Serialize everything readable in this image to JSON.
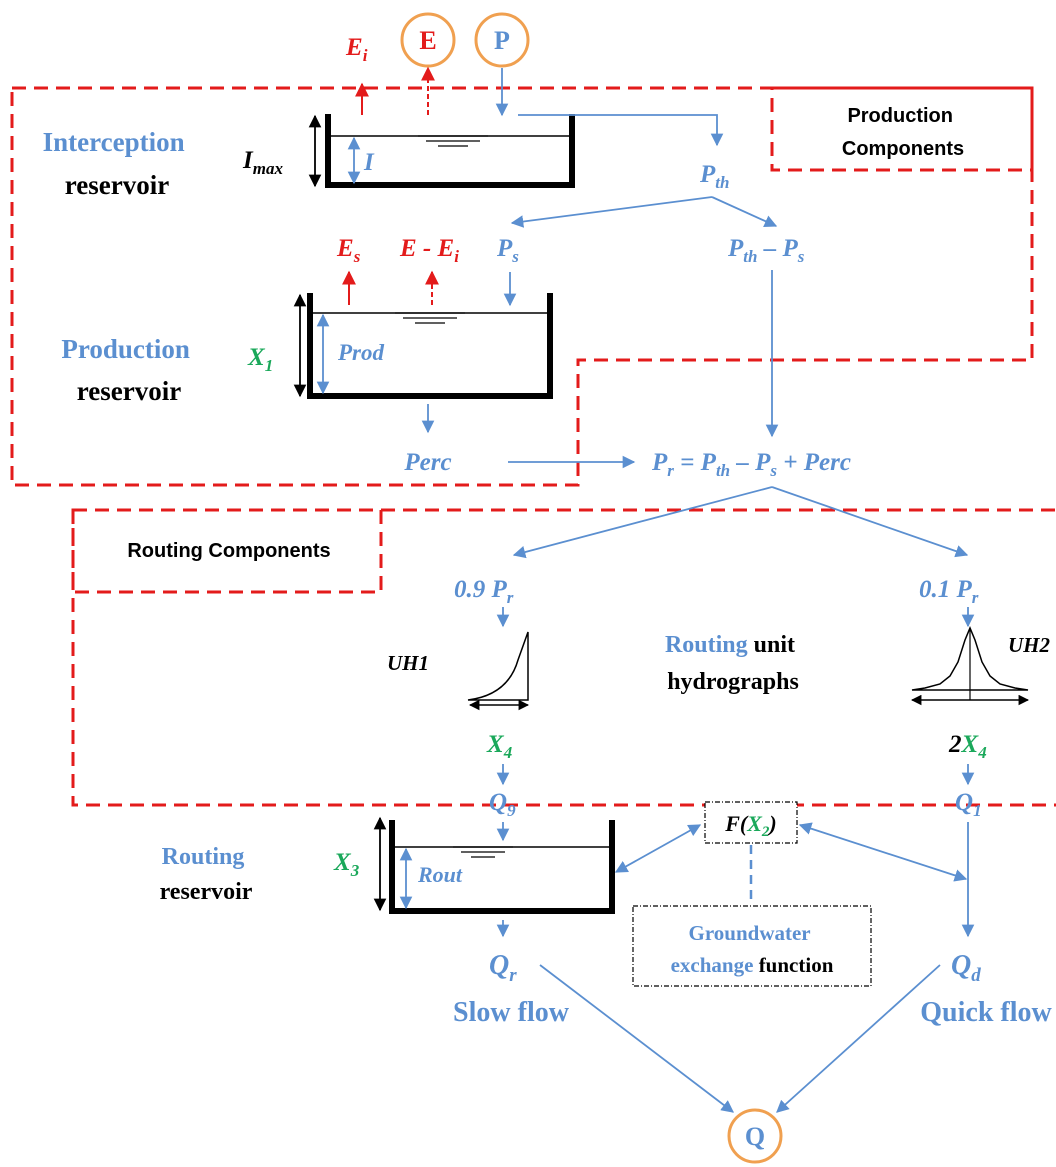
{
  "colors": {
    "blue": "#5b8fd0",
    "red": "#e31b1b",
    "green": "#1aa85a",
    "orange": "#f0a050",
    "black": "#000000"
  },
  "inputs": {
    "evap": "E",
    "precip": "P",
    "output": "Q"
  },
  "sections": {
    "production_line1": "Production",
    "production_line2": "Components",
    "routing": "Routing Components"
  },
  "interception": {
    "title_word1": "Interception",
    "title_word2": "reservoir",
    "max_label": "I",
    "max_sub": "max",
    "level_label": "I",
    "evap_label": "E",
    "evap_sub": "i"
  },
  "production": {
    "title_word1": "Production",
    "title_word2": "reservoir",
    "param": "X",
    "param_sub": "1",
    "level_label": "Prod",
    "evap_label": "E",
    "evap_sub": "s",
    "net_evap_a": "E - E",
    "net_evap_sub": "i",
    "perc": "Perc"
  },
  "flows": {
    "pth": "P",
    "pth_sub": "th",
    "ps": "P",
    "ps_sub": "s",
    "pth_minus_ps_a": "P",
    "pth_minus_ps_sub1": "th",
    "pth_minus_ps_b": " – P",
    "pth_minus_ps_sub2": "s",
    "pr_a": "P",
    "pr_sub1": "r",
    "pr_b": " = P",
    "pr_sub2": "th",
    "pr_c": " – P",
    "pr_sub3": "s",
    "pr_d": " + Perc"
  },
  "routing": {
    "split_left": "0.9 P",
    "split_left_sub": "r",
    "split_right": "0.1 P",
    "split_right_sub": "r",
    "uh1": "UH1",
    "uh2": "UH2",
    "uh_title_word1": "Routing",
    "uh_title_word2": " unit",
    "uh_title_line2": "hydrographs",
    "x4_label": "X",
    "x4_sub": "4",
    "x4_double_prefix": "2",
    "x4_double": "X",
    "x4_double_sub": "4",
    "q9": "Q",
    "q9_sub": "9",
    "q1": "Q",
    "q1_sub": "1",
    "exchange_f": "F(",
    "exchange_x": "X",
    "exchange_x_sub": "2",
    "exchange_close": ")",
    "exchange_title_line1": "Groundwater",
    "exchange_title_word1": "exchange",
    "exchange_title_word2": " function",
    "reservoir_word1": "Routing",
    "reservoir_word2": "reservoir",
    "param": "X",
    "param_sub": "3",
    "level_label": "Rout",
    "qr": "Q",
    "qr_sub": "r",
    "qd": "Q",
    "qd_sub": "d",
    "slow": "Slow flow",
    "quick": "Quick flow"
  }
}
